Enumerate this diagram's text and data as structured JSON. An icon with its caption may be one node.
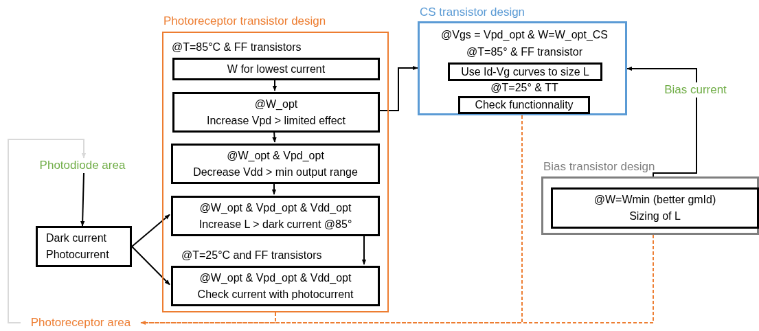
{
  "diagram": {
    "nodes": [
      {
        "text": [
          "Photoreceptor transistor design",
          "@T=85°C & FF transistors",
          "@T=25°C and FF transistors"
        ]
      },
      {
        "text": [
          "W for lowest current"
        ],
        "in": 0
      },
      {
        "text": [
          "@W_opt",
          "Increase Vpd > limited effect"
        ],
        "in": 0
      },
      {
        "text": [
          "@W_opt & Vpd_opt",
          "Decrease Vdd > min output range"
        ],
        "in": 0
      },
      {
        "text": [
          "@W_opt & Vpd_opt & Vdd_opt",
          "Increase L > dark current @85°"
        ],
        "in": 0
      },
      {
        "text": [
          "@W_opt & Vpd_opt & Vdd_opt",
          "Check current with photocurrent"
        ],
        "in": 0
      },
      {
        "text": [
          "CS transistor design",
          "@Vgs = Vpd_opt & W=W_opt_CS",
          "@T=85° & FF transistor",
          "@T=25° & TT"
        ]
      },
      {
        "text": [
          "Use Id-Vg curves to size L"
        ],
        "in": 6
      },
      {
        "text": [
          "Check functionnality"
        ],
        "in": 6
      },
      {
        "text": [
          "Bias current"
        ]
      },
      {
        "text": [
          "Bias transistor design"
        ]
      },
      {
        "text": [
          "@W=Wmin (better gmId)",
          "Sizing of L"
        ],
        "in": 10
      },
      {
        "text": [
          "Photodiode area"
        ]
      },
      {
        "text": [
          "Dark current",
          "Photocurrent"
        ]
      },
      {
        "text": [
          "Photoreceptor area"
        ]
      }
    ],
    "edges": [
      {
        "from": 1,
        "to": 2,
        "arrow": "to"
      },
      {
        "from": 2,
        "to": 3,
        "arrow": "to"
      },
      {
        "from": 3,
        "to": 4,
        "arrow": "to"
      },
      {
        "from": 4,
        "to": 5,
        "arrow": "to"
      },
      {
        "from": 2,
        "to": 6,
        "arrow": "to"
      },
      {
        "from": 9,
        "to": 6,
        "arrow": "to"
      },
      {
        "from": 9,
        "to": 11,
        "arrow": "to"
      },
      {
        "from": 12,
        "to": 13,
        "arrow": "to"
      },
      {
        "from": 13,
        "to": 4,
        "arrow": "to"
      },
      {
        "from": 13,
        "to": 5,
        "arrow": "to"
      },
      {
        "from": 14,
        "to": 12,
        "arrow": "to",
        "color": "#d9d9d9"
      },
      {
        "from": 0,
        "to": 14,
        "arrow": "to",
        "style": "dashed",
        "color": "#ed7d31"
      },
      {
        "from": 6,
        "to": 14,
        "arrow": "none",
        "style": "dashed",
        "color": "#ed7d31"
      },
      {
        "from": 10,
        "to": 14,
        "arrow": "none",
        "style": "dashed",
        "color": "#ed7d31"
      }
    ]
  }
}
